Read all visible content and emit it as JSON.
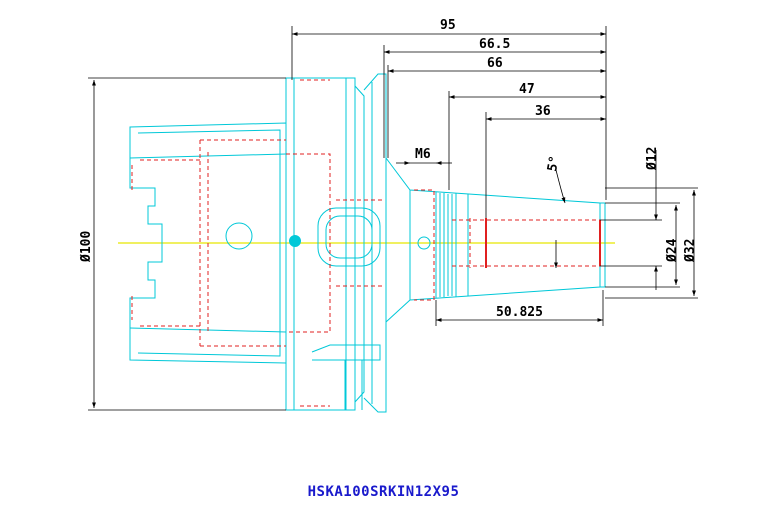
{
  "title": "HSKA100SRKIN12X95",
  "dimensions": {
    "length_total": "95",
    "length_66_5": "66.5",
    "length_66": "66",
    "length_47": "47",
    "length_36": "36",
    "thread": "M6",
    "taper_angle": "5°",
    "bore_dia": "Ø12",
    "nose_dia_24": "Ø24",
    "nose_dia_32": "Ø32",
    "flange_dia": "Ø100",
    "length_50_825": "50.825"
  },
  "colors": {
    "outline": "#00c8d8",
    "hidden": "#e02020",
    "centerline": "#e8e800",
    "dimension": "#000000",
    "title": "#1a1acc"
  }
}
